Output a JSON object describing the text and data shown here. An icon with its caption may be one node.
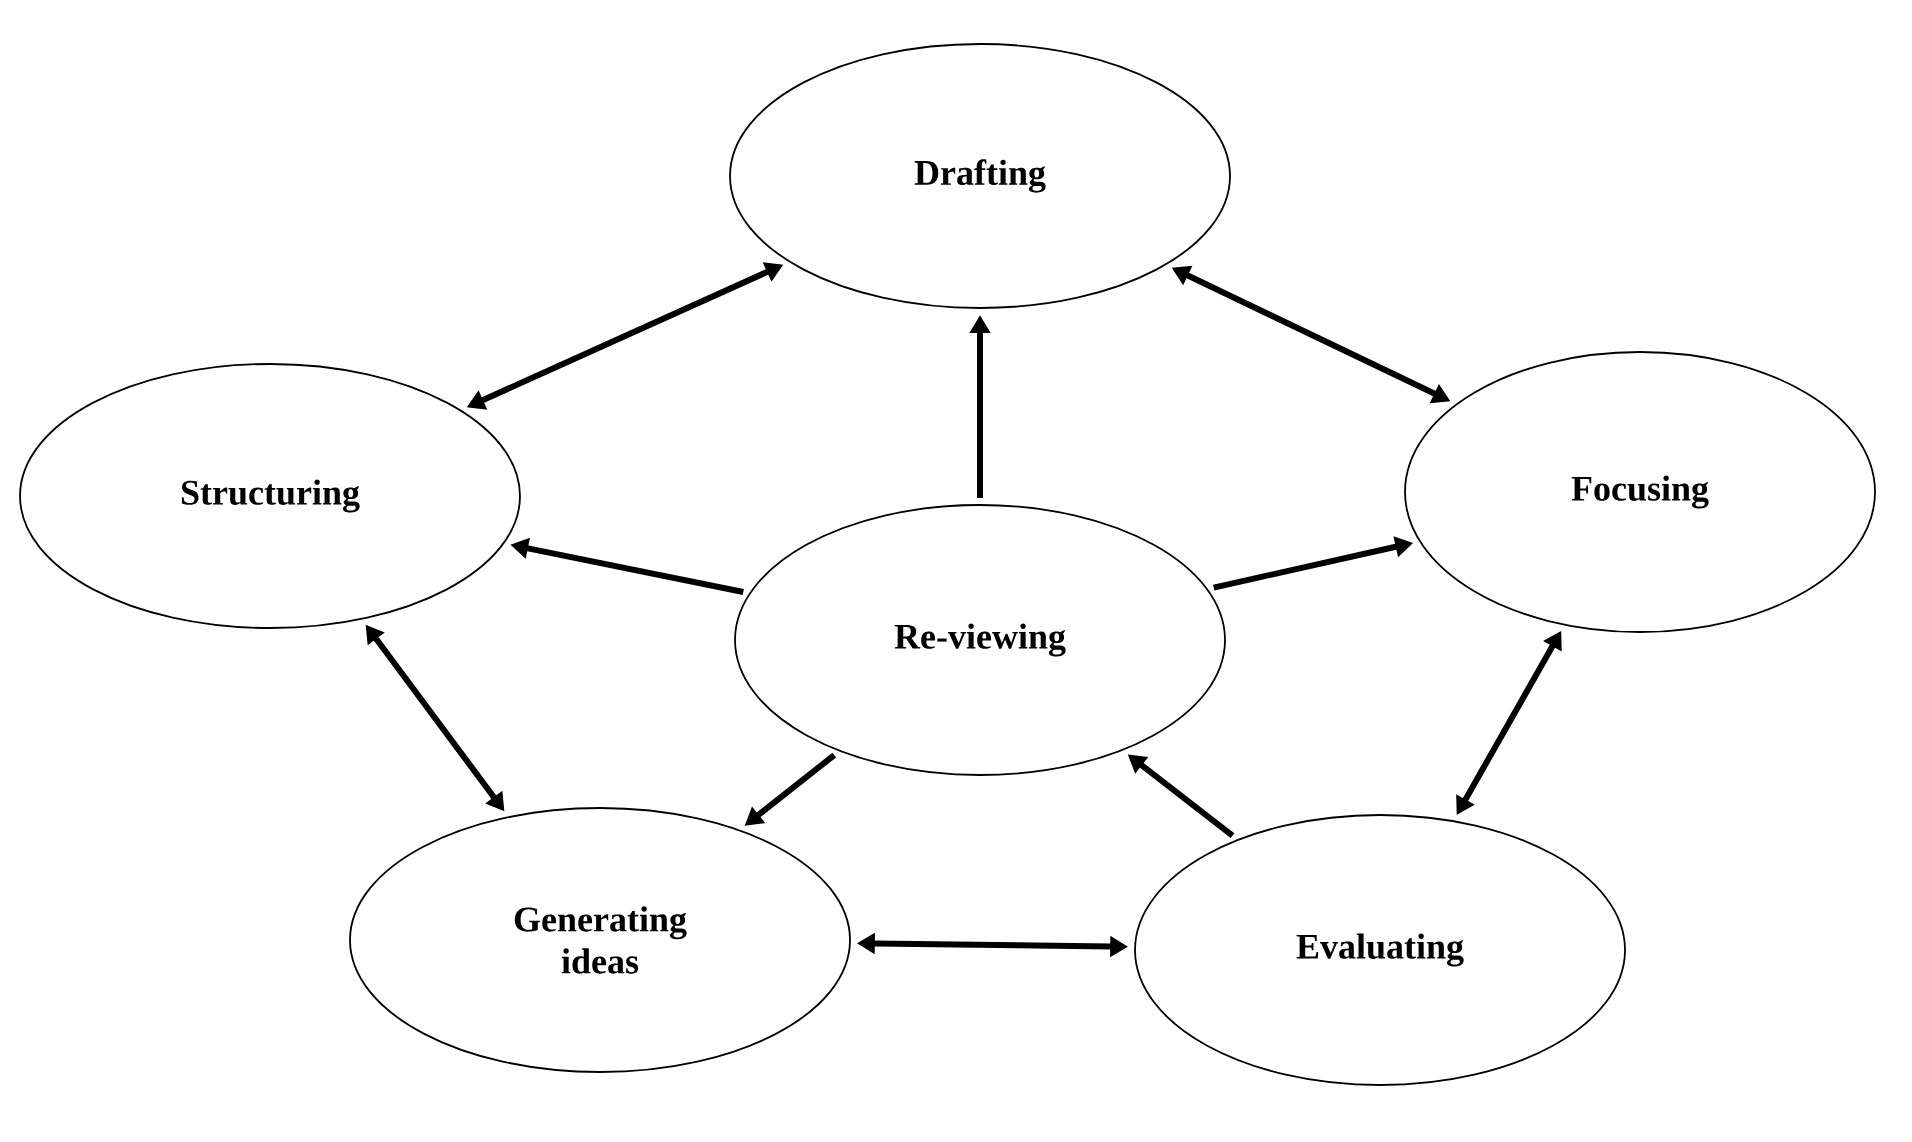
{
  "diagram": {
    "nodes": [
      {
        "text": [
          "Drafting"
        ]
      },
      {
        "text": [
          "Structuring"
        ]
      },
      {
        "text": [
          "Re-viewing"
        ]
      },
      {
        "text": [
          "Focusing"
        ]
      },
      {
        "text": [
          "Generating ideas"
        ]
      },
      {
        "text": [
          "Evaluating"
        ]
      }
    ],
    "edges": [
      {
        "from": 1,
        "to": 0,
        "arrow": "both"
      },
      {
        "from": 0,
        "to": 3,
        "arrow": "both"
      },
      {
        "from": 2,
        "to": 0,
        "arrow": "to"
      },
      {
        "from": 2,
        "to": 1,
        "arrow": "to"
      },
      {
        "from": 2,
        "to": 3,
        "arrow": "to"
      },
      {
        "from": 1,
        "to": 4,
        "arrow": "both"
      },
      {
        "from": 2,
        "to": 4,
        "arrow": "to"
      },
      {
        "from": 5,
        "to": 2,
        "arrow": "to"
      },
      {
        "from": 3,
        "to": 5,
        "arrow": "both"
      },
      {
        "from": 4,
        "to": 5,
        "arrow": "both"
      }
    ]
  }
}
